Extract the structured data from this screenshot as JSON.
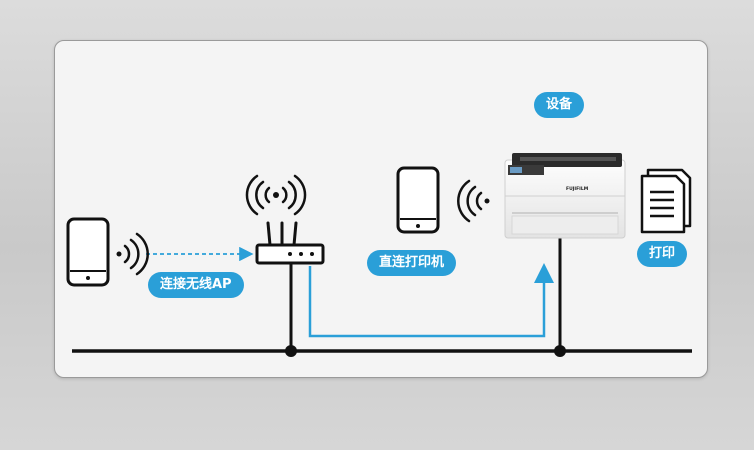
{
  "labels": {
    "connect_ap": "连接无线AP",
    "direct_printer": "直连打印机",
    "device": "设备",
    "print": "打印"
  },
  "printer": {
    "brand": "FUJIFILM"
  },
  "colors": {
    "accent_blue": "#2a9fd8",
    "line_black": "#111111",
    "panel_bg": "#f4f4f4"
  },
  "icons": [
    "phone-icon",
    "wifi-signal-icon",
    "router-icon",
    "printer-icon",
    "document-icon"
  ]
}
